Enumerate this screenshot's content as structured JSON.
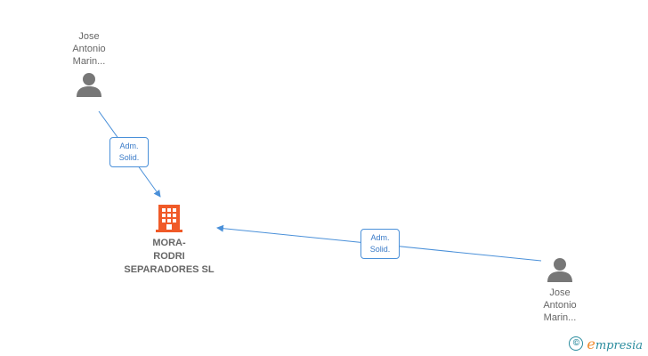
{
  "nodes": {
    "person_top": {
      "name": "Jose\nAntonio\nMarin..."
    },
    "person_bottom": {
      "name": "Jose\nAntonio\nMarin..."
    },
    "company": {
      "name": "MORA-\nRODRI\nSEPARADORES SL"
    }
  },
  "edges": [
    {
      "label": "Adm.\nSolid."
    },
    {
      "label": "Adm.\nSolid."
    }
  ],
  "brand": {
    "copyright_symbol": "©",
    "name_first": "e",
    "name_rest": "mpresia"
  },
  "colors": {
    "edge": "#4a90d9",
    "company_icon": "#f05a28",
    "person_icon": "#777777",
    "brand": "#2a8c9e"
  }
}
